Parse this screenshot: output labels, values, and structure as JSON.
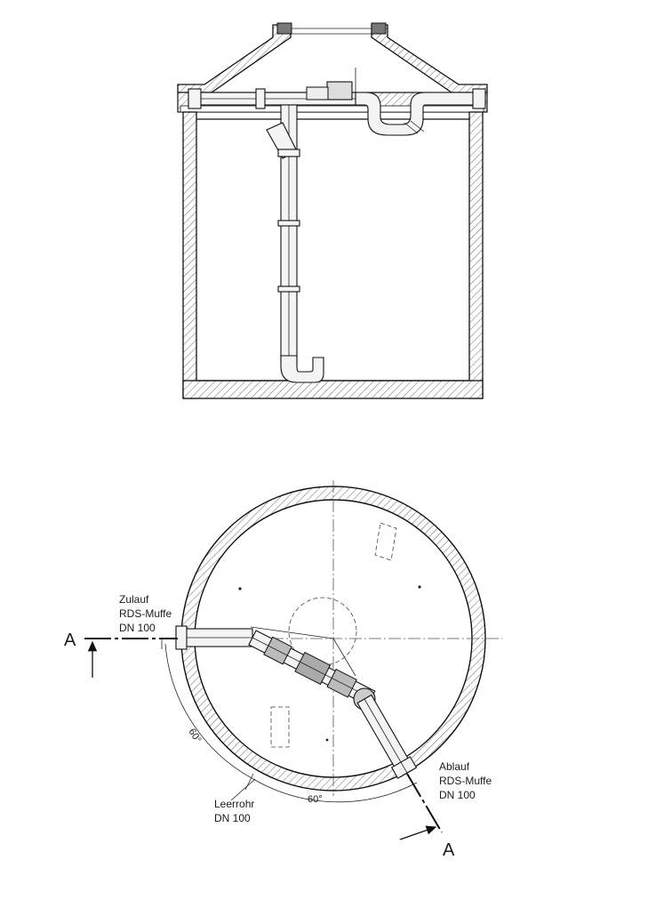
{
  "plan_view": {
    "inlet": {
      "line1": "Zulauf",
      "line2": "RDS-Muffe",
      "line3": "DN 100"
    },
    "outlet": {
      "line1": "Ablauf",
      "line2": "RDS-Muffe",
      "line3": "DN 100"
    },
    "empty_pipe": {
      "line1": "Leerrohr",
      "line2": "DN 100"
    },
    "angle_left": "60°",
    "angle_bottom": "60°",
    "section_mark_left": "A",
    "section_mark_right": "A"
  }
}
